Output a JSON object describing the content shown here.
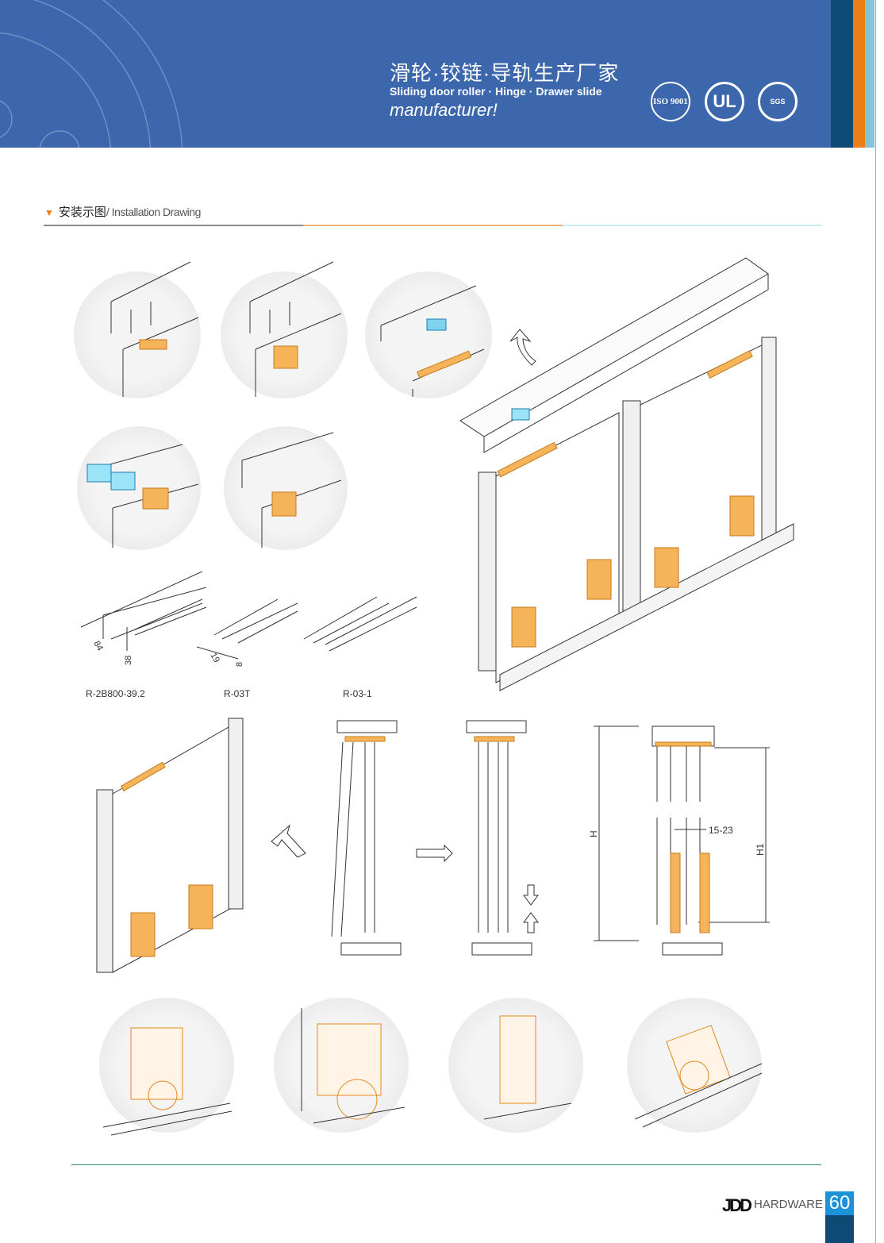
{
  "header": {
    "title_cn": "滑轮·铰链·导轨生产厂家",
    "title_en": "Sliding door roller  · Hinge  · Drawer slide",
    "title_en2": "manufacturer!",
    "certs": [
      {
        "name": "iso-9001-ucc",
        "text": "ISO 9001"
      },
      {
        "name": "ul",
        "text": "UL"
      },
      {
        "name": "sgs",
        "text": "SGS"
      }
    ],
    "colors": {
      "band": "#3c67ad",
      "navy": "#0e4a73",
      "orange": "#ee7f17",
      "light_blue": "#7fc6dc"
    }
  },
  "section": {
    "title_cn": "安装示图",
    "title_en": "/ Installation Drawing"
  },
  "profiles": [
    {
      "code": "R-2B800-39.2",
      "dims": [
        "84",
        "38"
      ]
    },
    {
      "code": "R-03T",
      "dims": [
        "19",
        "8"
      ]
    },
    {
      "code": "R-03-1"
    }
  ],
  "dimensions": {
    "H": "H",
    "H1": "H1",
    "gap": "15-23"
  },
  "footer": {
    "logo": "JDD",
    "brand": "HARDWARE",
    "page": "60"
  }
}
